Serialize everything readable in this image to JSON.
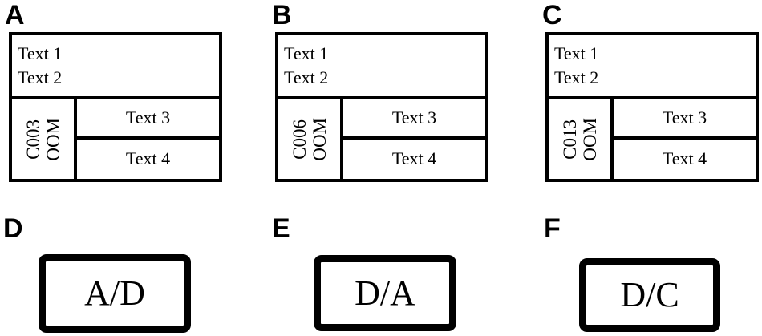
{
  "figure": {
    "background_color": "#ffffff",
    "line_color": "#000000",
    "panels_top": [
      {
        "letter": "A",
        "text_1": "Text 1",
        "text_2": "Text 2",
        "rotated_left": "C003",
        "rotated_right": "OOM",
        "text_3": "Text 3",
        "text_4": "Text 4"
      },
      {
        "letter": "B",
        "text_1": "Text 1",
        "text_2": "Text 2",
        "rotated_left": "C006",
        "rotated_right": "OOM",
        "text_3": "Text 3",
        "text_4": "Text 4"
      },
      {
        "letter": "C",
        "text_1": "Text 1",
        "text_2": "Text 2",
        "rotated_left": "C013",
        "rotated_right": "OOM",
        "text_3": "Text 3",
        "text_4": "Text 4"
      }
    ],
    "panels_bottom": [
      {
        "letter": "D",
        "label": "A/D"
      },
      {
        "letter": "E",
        "label": "D/A"
      },
      {
        "letter": "F",
        "label": "D/C"
      }
    ]
  }
}
